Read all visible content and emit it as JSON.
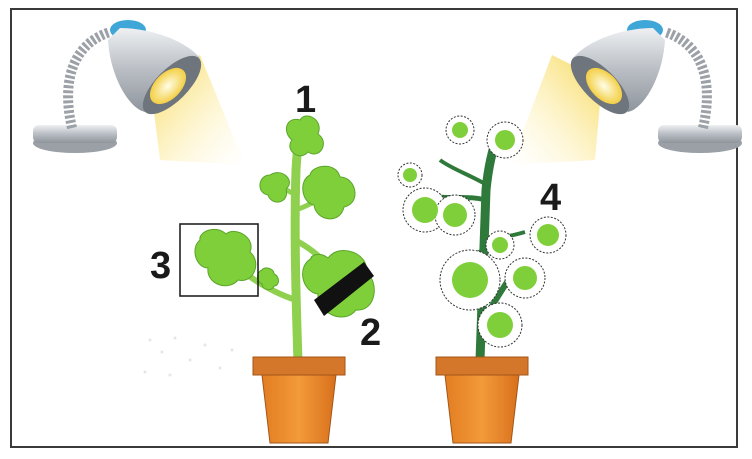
{
  "labels": {
    "label_1": "1",
    "label_2": "2",
    "label_3": "3",
    "label_4": "4"
  },
  "icons": {
    "left_lamp": "desk-lamp-icon",
    "right_lamp": "desk-lamp-icon",
    "pot": "flower-pot-icon"
  },
  "colors": {
    "leaf_green": "#7fcf3a",
    "stem_green": "#8fd14f",
    "dark_stem": "#2f7a3a",
    "pot_orange": "#e98a2a",
    "pot_rim": "#d4772a",
    "light_yellow": "#f7dc5c",
    "lamp_silver": "#c8cdd3",
    "lamp_blue": "#3fa6d8",
    "band_black": "#111111"
  }
}
